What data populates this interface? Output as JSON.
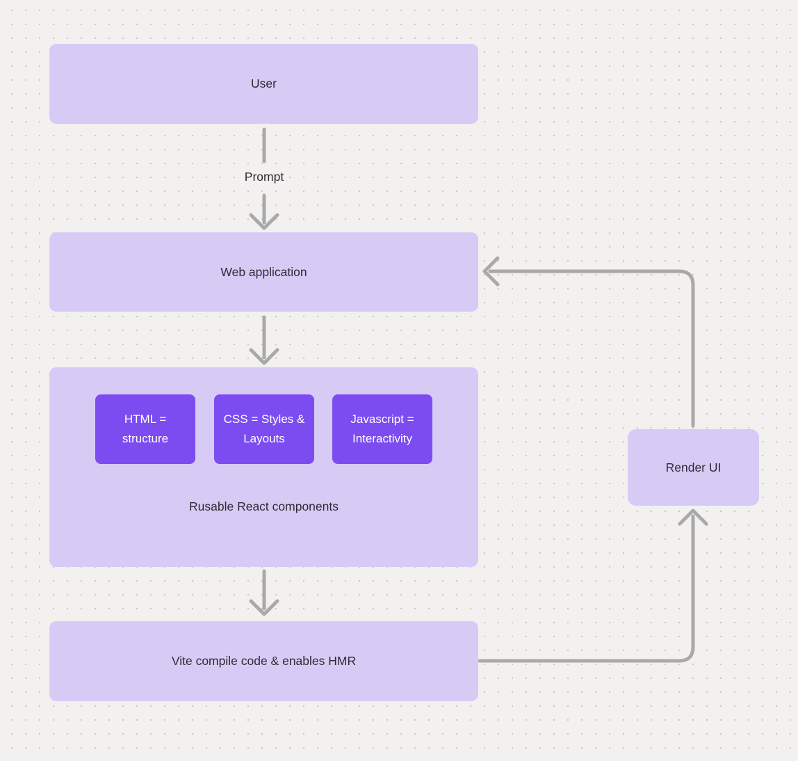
{
  "canvas": {
    "background_color": "#f2f1ef",
    "dot_color": "#c9c8c6",
    "node_light_color": "#d7cbf6",
    "node_dark_color": "#7c4cf0",
    "arrow_color": "#a9a9a9",
    "text_dark_color": "#2e2c33",
    "text_light_color": "#ffffff"
  },
  "nodes": {
    "user": {
      "label": "User"
    },
    "web_application": {
      "label": "Web application"
    },
    "components": {
      "children": [
        {
          "label": "HTML = structure"
        },
        {
          "label": "CSS = Styles & Layouts"
        },
        {
          "label": "Javascript = Interactivity"
        }
      ],
      "caption": "Rusable React components"
    },
    "vite": {
      "label": "Vite compile code & enables HMR"
    },
    "render_ui": {
      "label": "Render UI"
    }
  },
  "edges": {
    "prompt_label": "Prompt"
  }
}
